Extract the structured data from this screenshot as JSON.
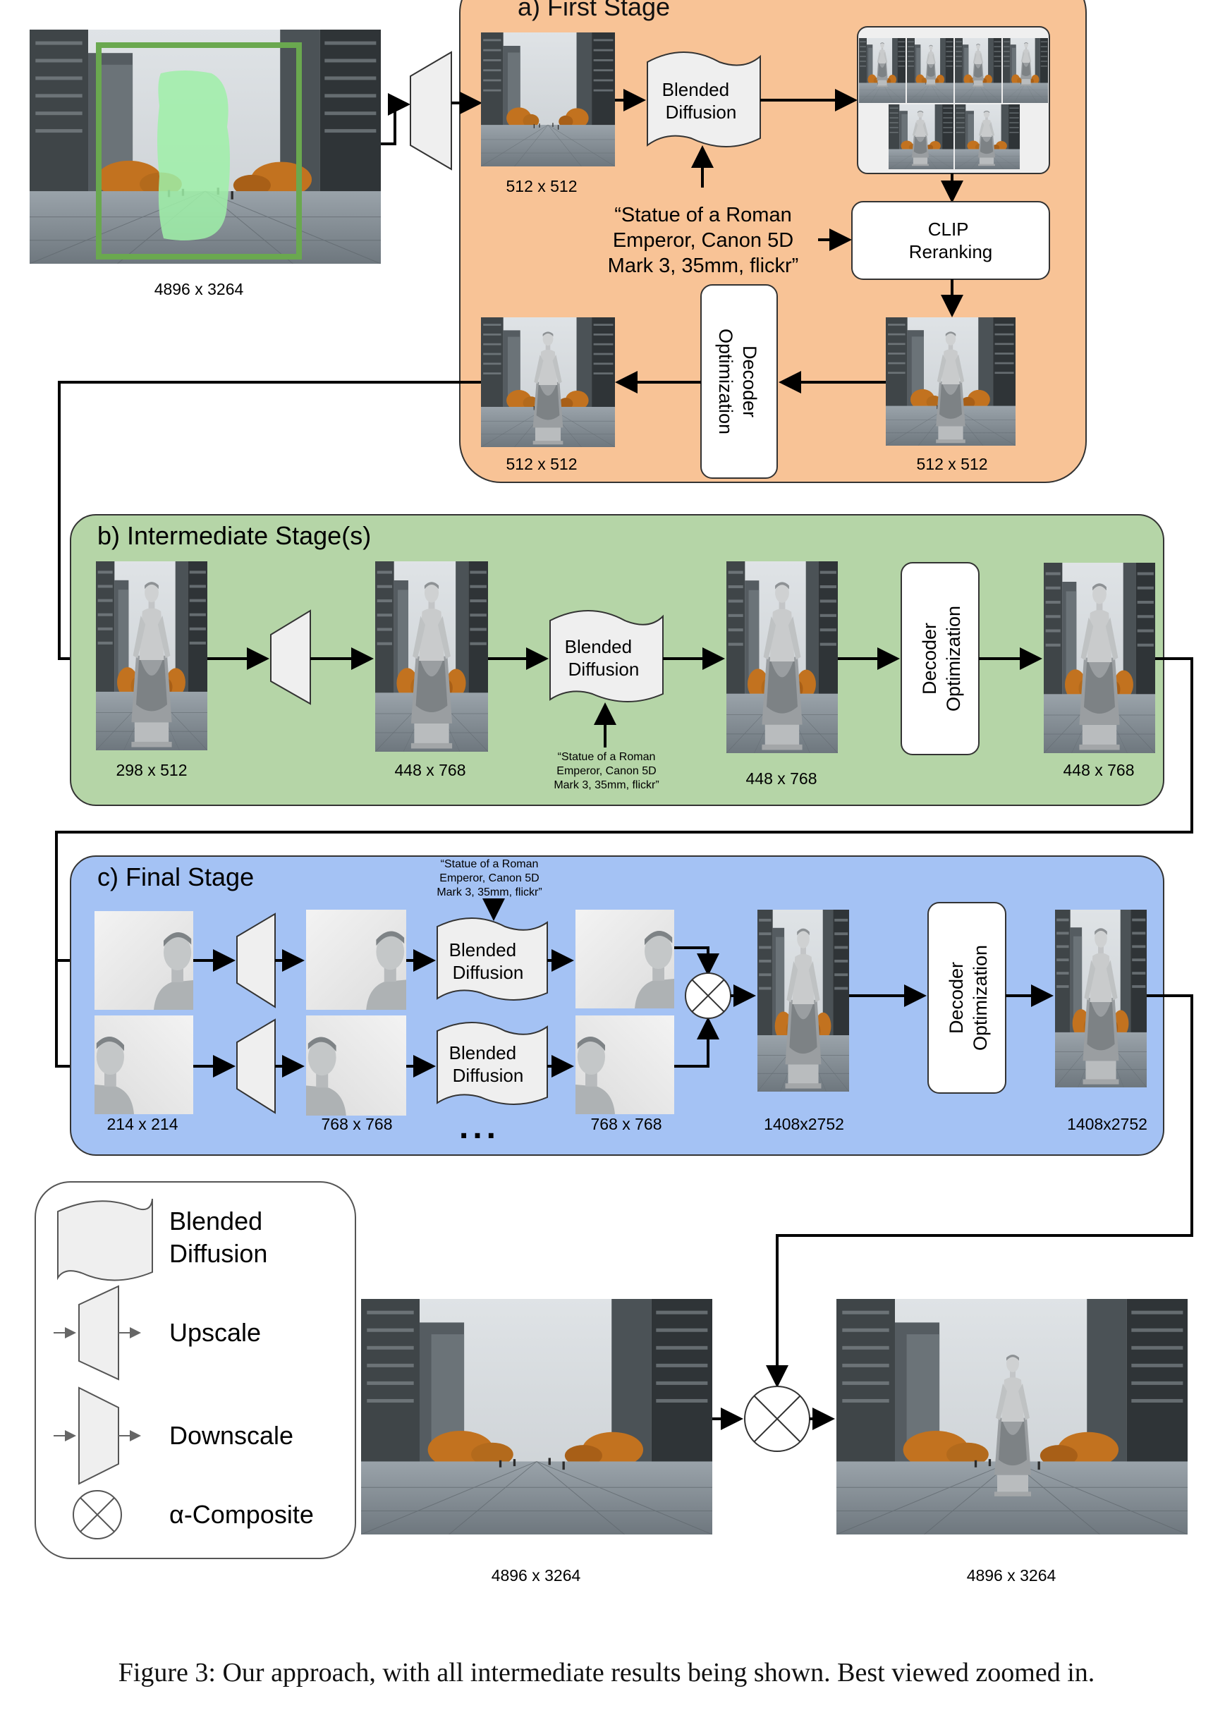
{
  "stages": {
    "first": {
      "title": "a) First Stage",
      "blend_label": [
        "Blended",
        "Diffusion"
      ],
      "clip_label": [
        "CLIP",
        "Reranking"
      ],
      "decoder_label": [
        "Decoder",
        "Optimization"
      ],
      "prompt": [
        "“Statue of a Roman",
        "Emperor, Canon 5D",
        "Mark 3, 35mm, flickr”"
      ],
      "sizes": {
        "input_crop": "512 x 512",
        "reranked": "512 x 512",
        "decoded": "512 x 512"
      }
    },
    "intermediate": {
      "title": "b) Intermediate Stage(s)",
      "blend_label": [
        "Blended",
        "Diffusion"
      ],
      "decoder_label": [
        "Decoder",
        "Optimization"
      ],
      "prompt": [
        "“Statue of a Roman",
        "Emperor, Canon 5D",
        "Mark 3, 35mm, flickr”"
      ],
      "sizes": [
        "298 x 512",
        "448 x 768",
        "448 x 768",
        "448 x 768"
      ]
    },
    "final": {
      "title": "c) Final Stage",
      "blend_label": [
        "Blended",
        "Diffusion"
      ],
      "decoder_label": [
        "Decoder",
        "Optimization"
      ],
      "prompt": [
        "“Statue of a Roman",
        "Emperor, Canon 5D",
        "Mark 3, 35mm, flickr”"
      ],
      "sizes": [
        "214 x 214",
        "768 x 768",
        "768 x 768",
        "1408x2752",
        "1408x2752"
      ],
      "ellipsis": "..."
    }
  },
  "input_size": "4896 x 3264",
  "legend": {
    "blended": [
      "Blended",
      "Diffusion"
    ],
    "upscale": "Upscale",
    "downscale": "Downscale",
    "composite": "α-Composite"
  },
  "bottom_sizes": [
    "4896 x 3264",
    "4896 x 3264"
  ],
  "caption": "Figure 3: Our approach, with all intermediate results being shown. Best viewed zoomed in.",
  "colors": {
    "first_stage_bg": "#f8c396",
    "intermediate_bg": "#b5d5a7",
    "final_bg": "#a4c2f4",
    "mask_green": "#6aa84f",
    "box_fill": "#efefef"
  }
}
